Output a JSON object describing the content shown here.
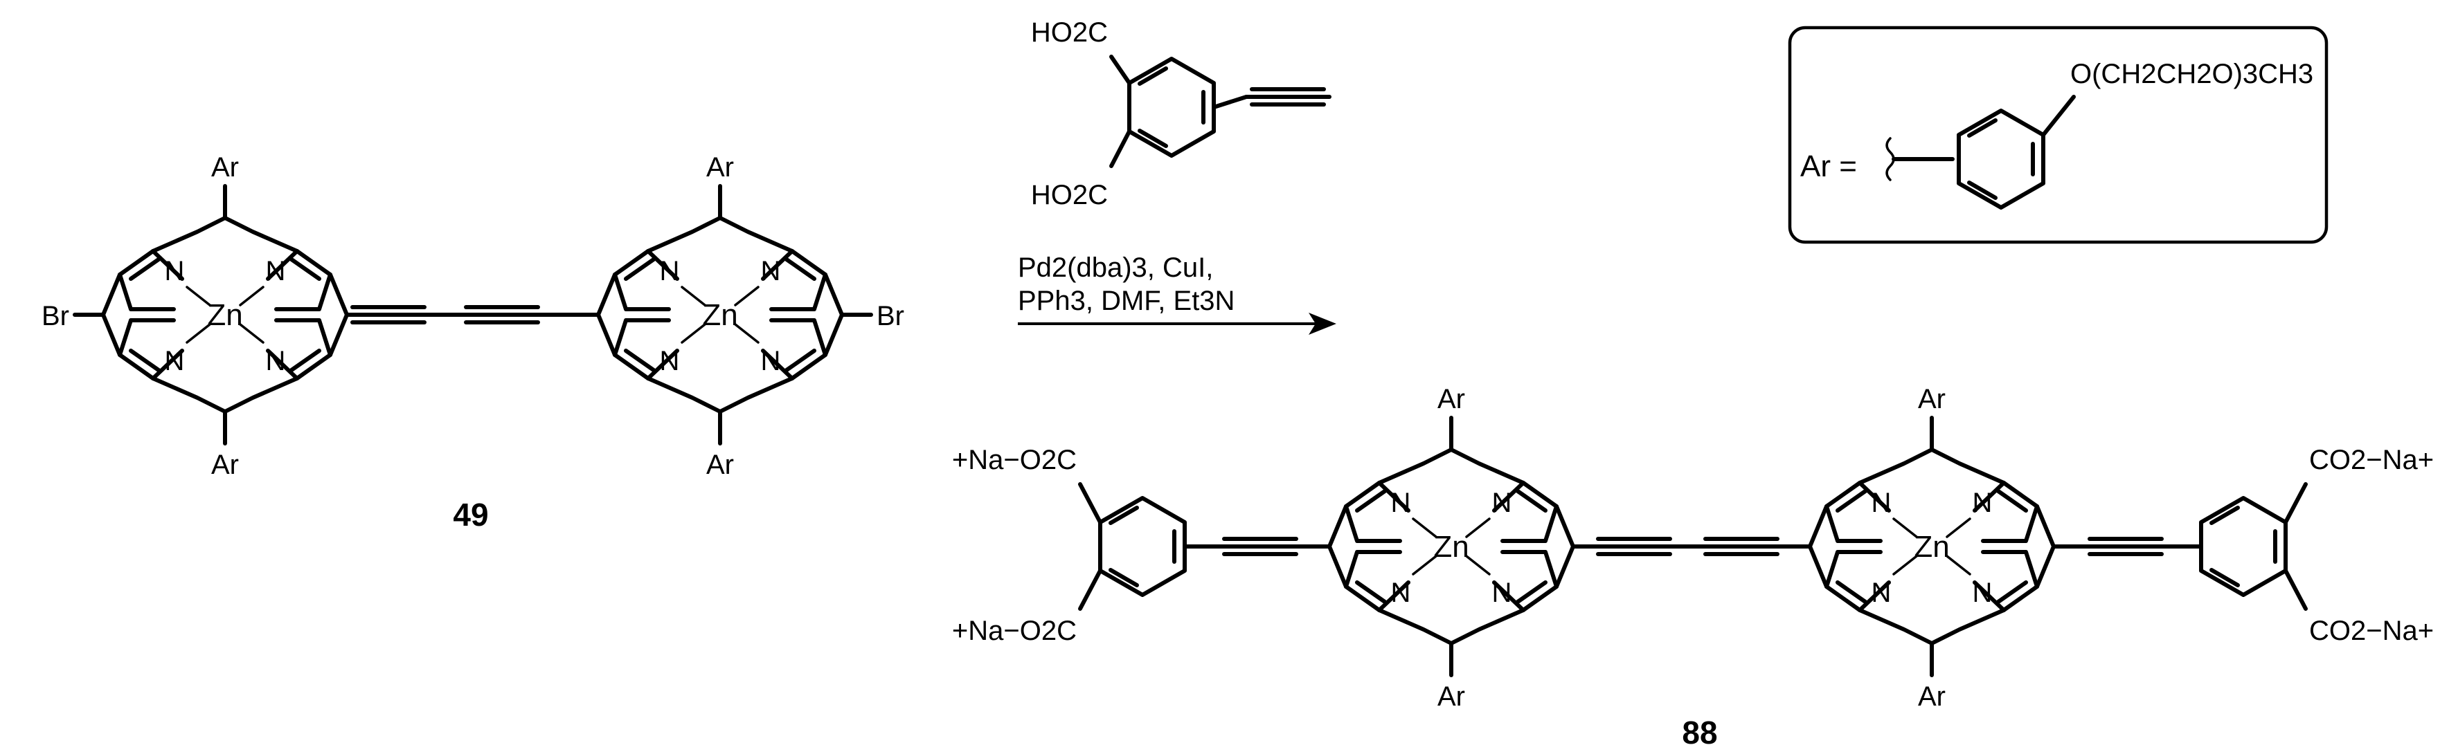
{
  "scheme": {
    "reactant_id": "49",
    "product_id": "88",
    "atoms": {
      "metal": "Zn",
      "nitrogen": "N",
      "aryl": "Ar",
      "bromine": "Br"
    },
    "reagent_top": "HO2C",
    "reagent_bottom": "HO2C",
    "conditions_line1": "Pd2(dba)3, CuI,",
    "conditions_line2": "PPh3, DMF, Et3N",
    "ar_definition": {
      "prefix": "Ar =",
      "substituent": "O(CH2CH2O)3CH3"
    },
    "product_groups": {
      "left_top": "+Na−O2C",
      "left_bottom": "+Na−O2C",
      "right_top": "CO2−Na+",
      "right_bottom": "CO2−Na+"
    }
  },
  "colors": {
    "ink": "#000000",
    "background": "#ffffff"
  }
}
